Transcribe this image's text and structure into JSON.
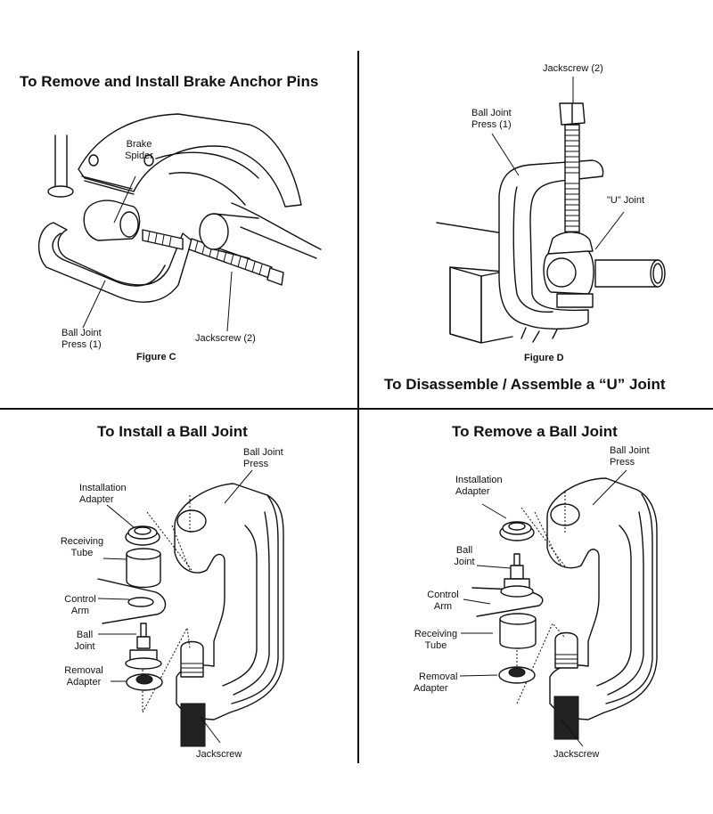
{
  "panels": {
    "top_left": {
      "title": "To Remove and Install Brake Anchor Pins",
      "figure_caption": "Figure C",
      "labels": {
        "brake_spider_1": "Brake",
        "brake_spider_2": "Spider",
        "press_1": "Ball Joint",
        "press_2": "Press (1)",
        "jackscrew": "Jackscrew (2)"
      }
    },
    "top_right": {
      "title": "To Disassemble / Assemble a “U” Joint",
      "figure_caption": "Figure D",
      "labels": {
        "jackscrew": "Jackscrew (2)",
        "press_1": "Ball Joint",
        "press_2": "Press (1)",
        "u_joint": "\"U\" Joint"
      }
    },
    "bottom_left": {
      "title": "To Install a Ball Joint",
      "labels": {
        "press_1": "Ball Joint",
        "press_2": "Press",
        "install_adapter_1": "Installation",
        "install_adapter_2": "Adapter",
        "receiving_tube_1": "Receiving",
        "receiving_tube_2": "Tube",
        "control_arm_1": "Control",
        "control_arm_2": "Arm",
        "ball_joint_1": "Ball",
        "ball_joint_2": "Joint",
        "removal_adapter_1": "Removal",
        "removal_adapter_2": "Adapter",
        "jackscrew": "Jackscrew"
      }
    },
    "bottom_right": {
      "title": "To Remove a Ball Joint",
      "labels": {
        "press_1": "Ball Joint",
        "press_2": "Press",
        "install_adapter_1": "Installation",
        "install_adapter_2": "Adapter",
        "ball_joint_1": "Ball",
        "ball_joint_2": "Joint",
        "control_arm_1": "Control",
        "control_arm_2": "Arm",
        "receiving_tube_1": "Receiving",
        "receiving_tube_2": "Tube",
        "removal_adapter_1": "Removal",
        "removal_adapter_2": "Adapter",
        "jackscrew": "Jackscrew"
      }
    }
  }
}
